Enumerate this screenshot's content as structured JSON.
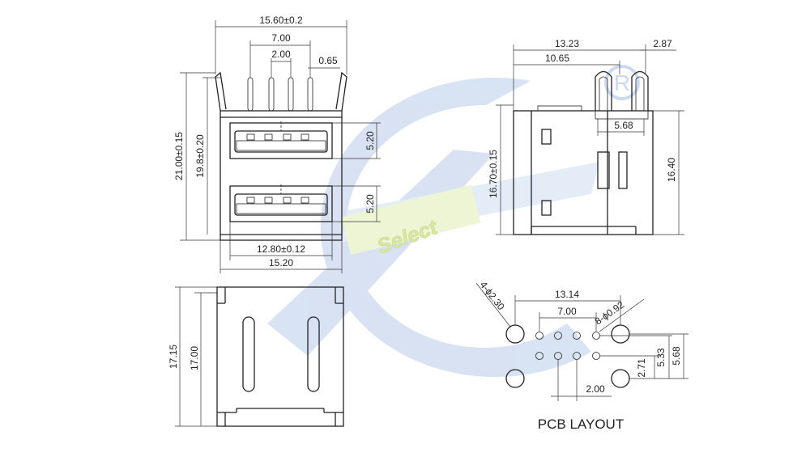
{
  "watermark": {
    "brand": "Select",
    "registered_mark": "R",
    "colors": {
      "blue": "#d6e1f2",
      "green": "#e8f1c4"
    }
  },
  "front_view": {
    "width_top": "15.60±0.2",
    "pins_span": "7.00",
    "pin_pitch": "2.00",
    "pin_width": "0.65",
    "height_total": "21.00±0.15",
    "height_body": "19.8±0.20",
    "port_height_upper": "5.20",
    "port_height_lower": "5.20",
    "port_width": "12.80±0.12",
    "body_width": "15.20"
  },
  "side_view": {
    "width_total": "13.23",
    "width_inner": "10.65",
    "tab_width": "2.87",
    "pin_spacing": "5.68",
    "height_left": "16.70±0.15",
    "height_right": "16.40"
  },
  "back_view": {
    "height_total": "17.15",
    "height_body": "17.00"
  },
  "pcb_layout": {
    "title": "PCB LAYOUT",
    "mount_holes": "4-ϕ2.30",
    "pin_holes": "8-ϕ0.92",
    "mount_span": "13.14",
    "pin_span": "7.00",
    "pin_pitch": "2.00",
    "row_spacing": "2.71",
    "pin_to_mount": "5.33",
    "mount_vertical": "5.68"
  }
}
